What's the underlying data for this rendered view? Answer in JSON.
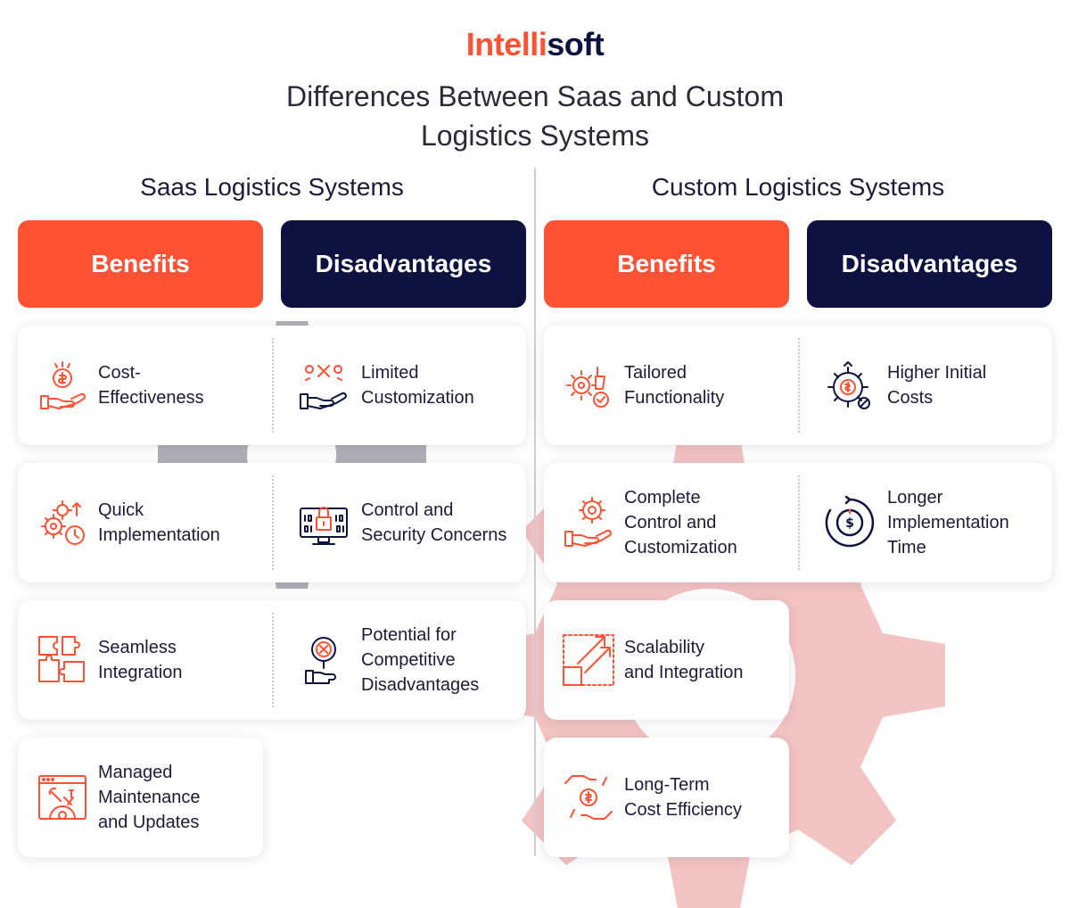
{
  "logo": {
    "part1": "Intelli",
    "part2": "soft"
  },
  "title": "Differences Between Saas and Custom\nLogistics Systems",
  "colors": {
    "accent": "#ff5133",
    "dark": "#0d1240",
    "gear_gray": "#9a9aa6",
    "gear_pink": "#f2b9b9"
  },
  "saas": {
    "title": "Saas Logistics Systems",
    "benefits_label": "Benefits",
    "disadvantages_label": "Disadvantages",
    "rows": [
      {
        "benefit": {
          "text": "Cost-\nEffectiveness",
          "icon": "hand-coin-icon"
        },
        "disadvantage": {
          "text": "Limited\nCustomization",
          "icon": "hand-gear-cross-icon"
        }
      },
      {
        "benefit": {
          "text": "Quick\nImplementation",
          "icon": "gears-clock-icon"
        },
        "disadvantage": {
          "text": "Control and\nSecurity Concerns",
          "icon": "monitor-lock-icon"
        }
      },
      {
        "benefit": {
          "text": "Seamless\nIntegration",
          "icon": "puzzle-icon"
        },
        "disadvantage": {
          "text": "Potential for\nCompetitive\nDisadvantages",
          "icon": "magnifier-cross-icon"
        }
      },
      {
        "benefit": {
          "text": "Managed\nMaintenance\nand Updates",
          "icon": "browser-tools-icon"
        }
      }
    ]
  },
  "custom": {
    "title": "Custom Logistics Systems",
    "benefits_label": "Benefits",
    "disadvantages_label": "Disadvantages",
    "rows": [
      {
        "benefit": {
          "text": "Tailored\nFunctionality",
          "icon": "gear-thumb-icon"
        },
        "disadvantage": {
          "text": "Higher Initial\nCosts",
          "icon": "gear-dollar-up-icon"
        }
      },
      {
        "benefit": {
          "text": "Complete\nControl and\nCustomization",
          "icon": "hand-gear-icon"
        },
        "disadvantage": {
          "text": "Longer\nImplementation\nTime",
          "icon": "dollar-timer-icon"
        }
      },
      {
        "benefit": {
          "text": "Scalability\nand Integration",
          "icon": "scale-arrows-icon"
        }
      },
      {
        "benefit": {
          "text": "Long-Term\nCost Efficiency",
          "icon": "hands-coin-icon"
        }
      }
    ]
  }
}
